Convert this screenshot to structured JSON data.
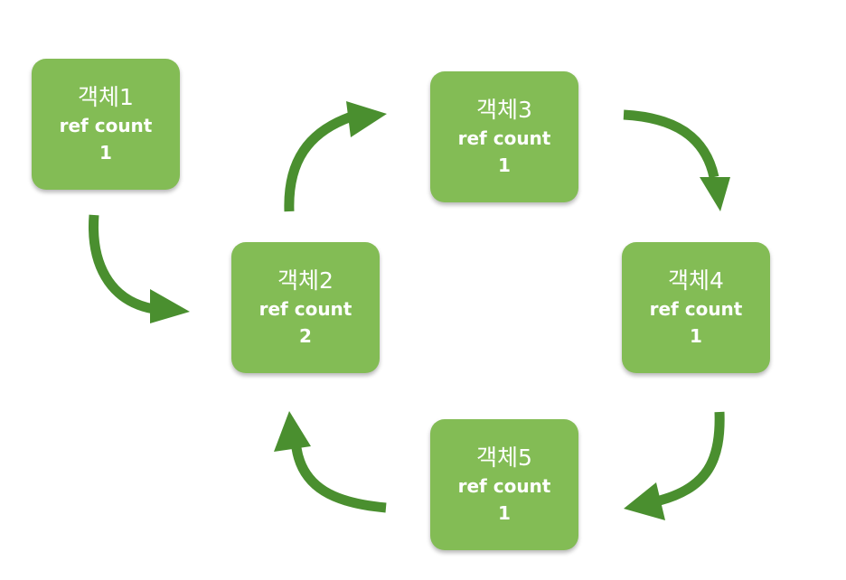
{
  "nodes": [
    {
      "id": "n1",
      "title": "객체1",
      "label": "ref count",
      "count": "1"
    },
    {
      "id": "n2",
      "title": "객체2",
      "label": "ref count",
      "count": "2"
    },
    {
      "id": "n3",
      "title": "객체3",
      "label": "ref count",
      "count": "1"
    },
    {
      "id": "n4",
      "title": "객체4",
      "label": "ref count",
      "count": "1"
    },
    {
      "id": "n5",
      "title": "객체5",
      "label": "ref count",
      "count": "1"
    }
  ],
  "edges": [
    {
      "from": "객체1",
      "to": "객체2"
    },
    {
      "from": "객체2",
      "to": "객체3"
    },
    {
      "from": "객체3",
      "to": "객체4"
    },
    {
      "from": "객체4",
      "to": "객체5"
    },
    {
      "from": "객체5",
      "to": "객체2"
    }
  ],
  "colors": {
    "node_fill": "#83bc55",
    "node_text": "#ffffff",
    "arrow": "#4a8f2f",
    "background": "#ffffff"
  }
}
